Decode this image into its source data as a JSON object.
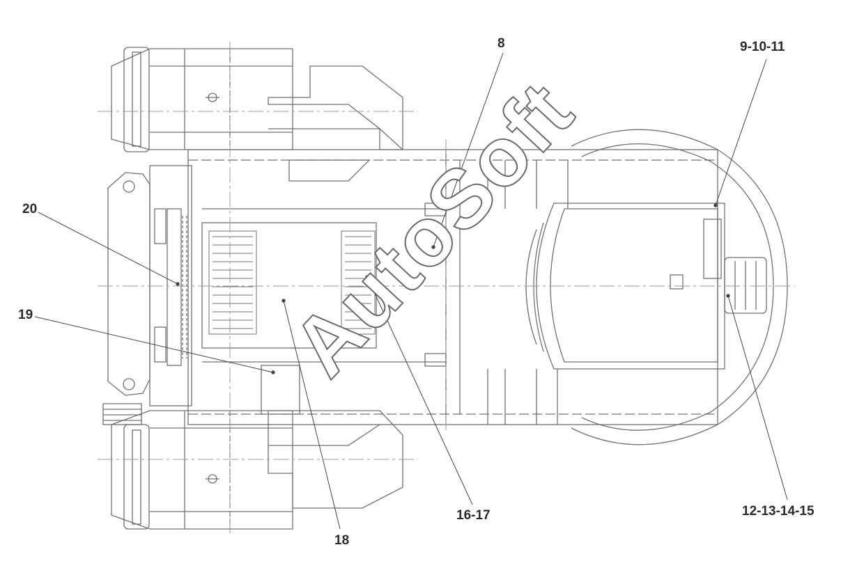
{
  "callouts": {
    "c8": "8",
    "c9_11": "9-10-11",
    "c20": "20",
    "c19": "19",
    "c16_17": "16-17",
    "c18": "18",
    "c12_15": "12-13-14-15"
  },
  "watermark": "AutoSoft",
  "colors": {
    "line": "#6e6e6e",
    "dash": "#9a9a9a",
    "text": "#2a2a2a",
    "leader": "#444444"
  }
}
